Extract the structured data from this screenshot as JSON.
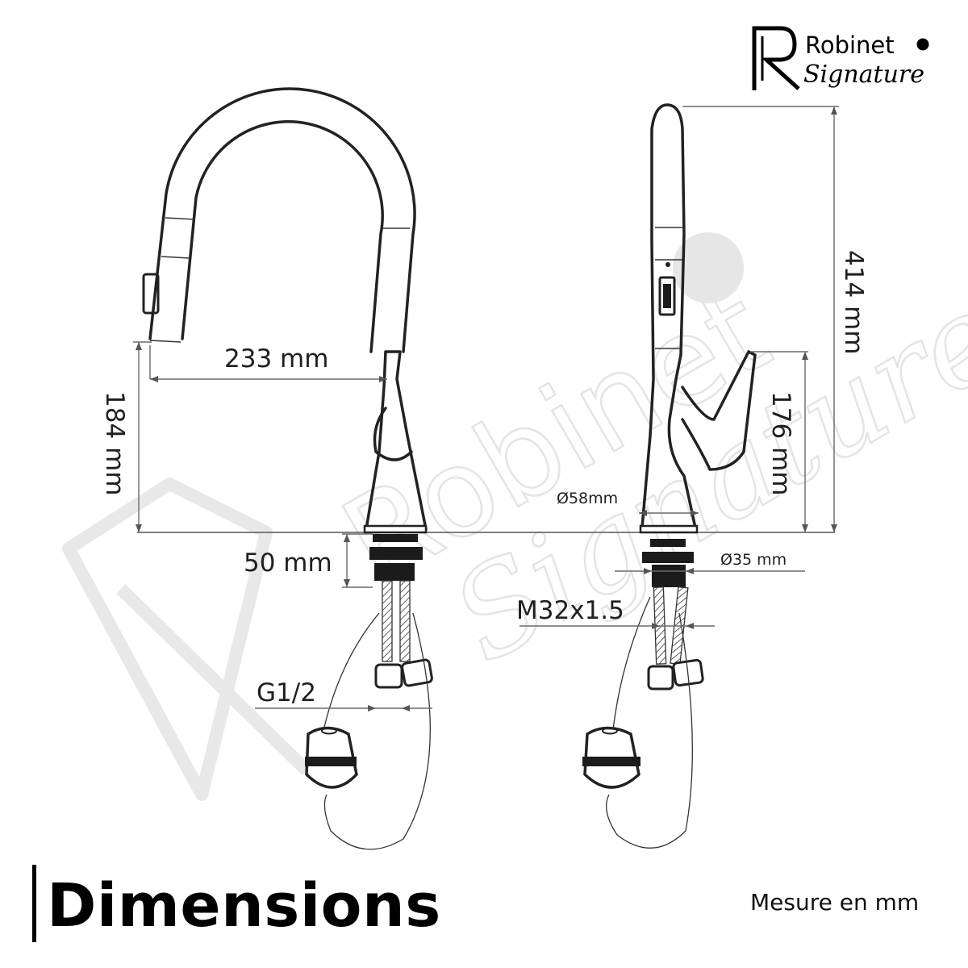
{
  "brand": {
    "line1": "Robinet",
    "line2": "Signature",
    "color": "#000000",
    "watermark_color": "#e6e6e6"
  },
  "dimensions": {
    "spout_reach": "233 mm",
    "spout_height": "184 mm",
    "total_height": "414 mm",
    "handle_height": "176 mm",
    "base_diameter": "Ø58mm",
    "shank_length": "50 mm",
    "mount_diameter": "Ø35 mm",
    "thread": "M32x1.5",
    "hose_connection": "G1/2"
  },
  "footer": {
    "title": "Dimensions",
    "unit_note": "Mesure en mm"
  }
}
